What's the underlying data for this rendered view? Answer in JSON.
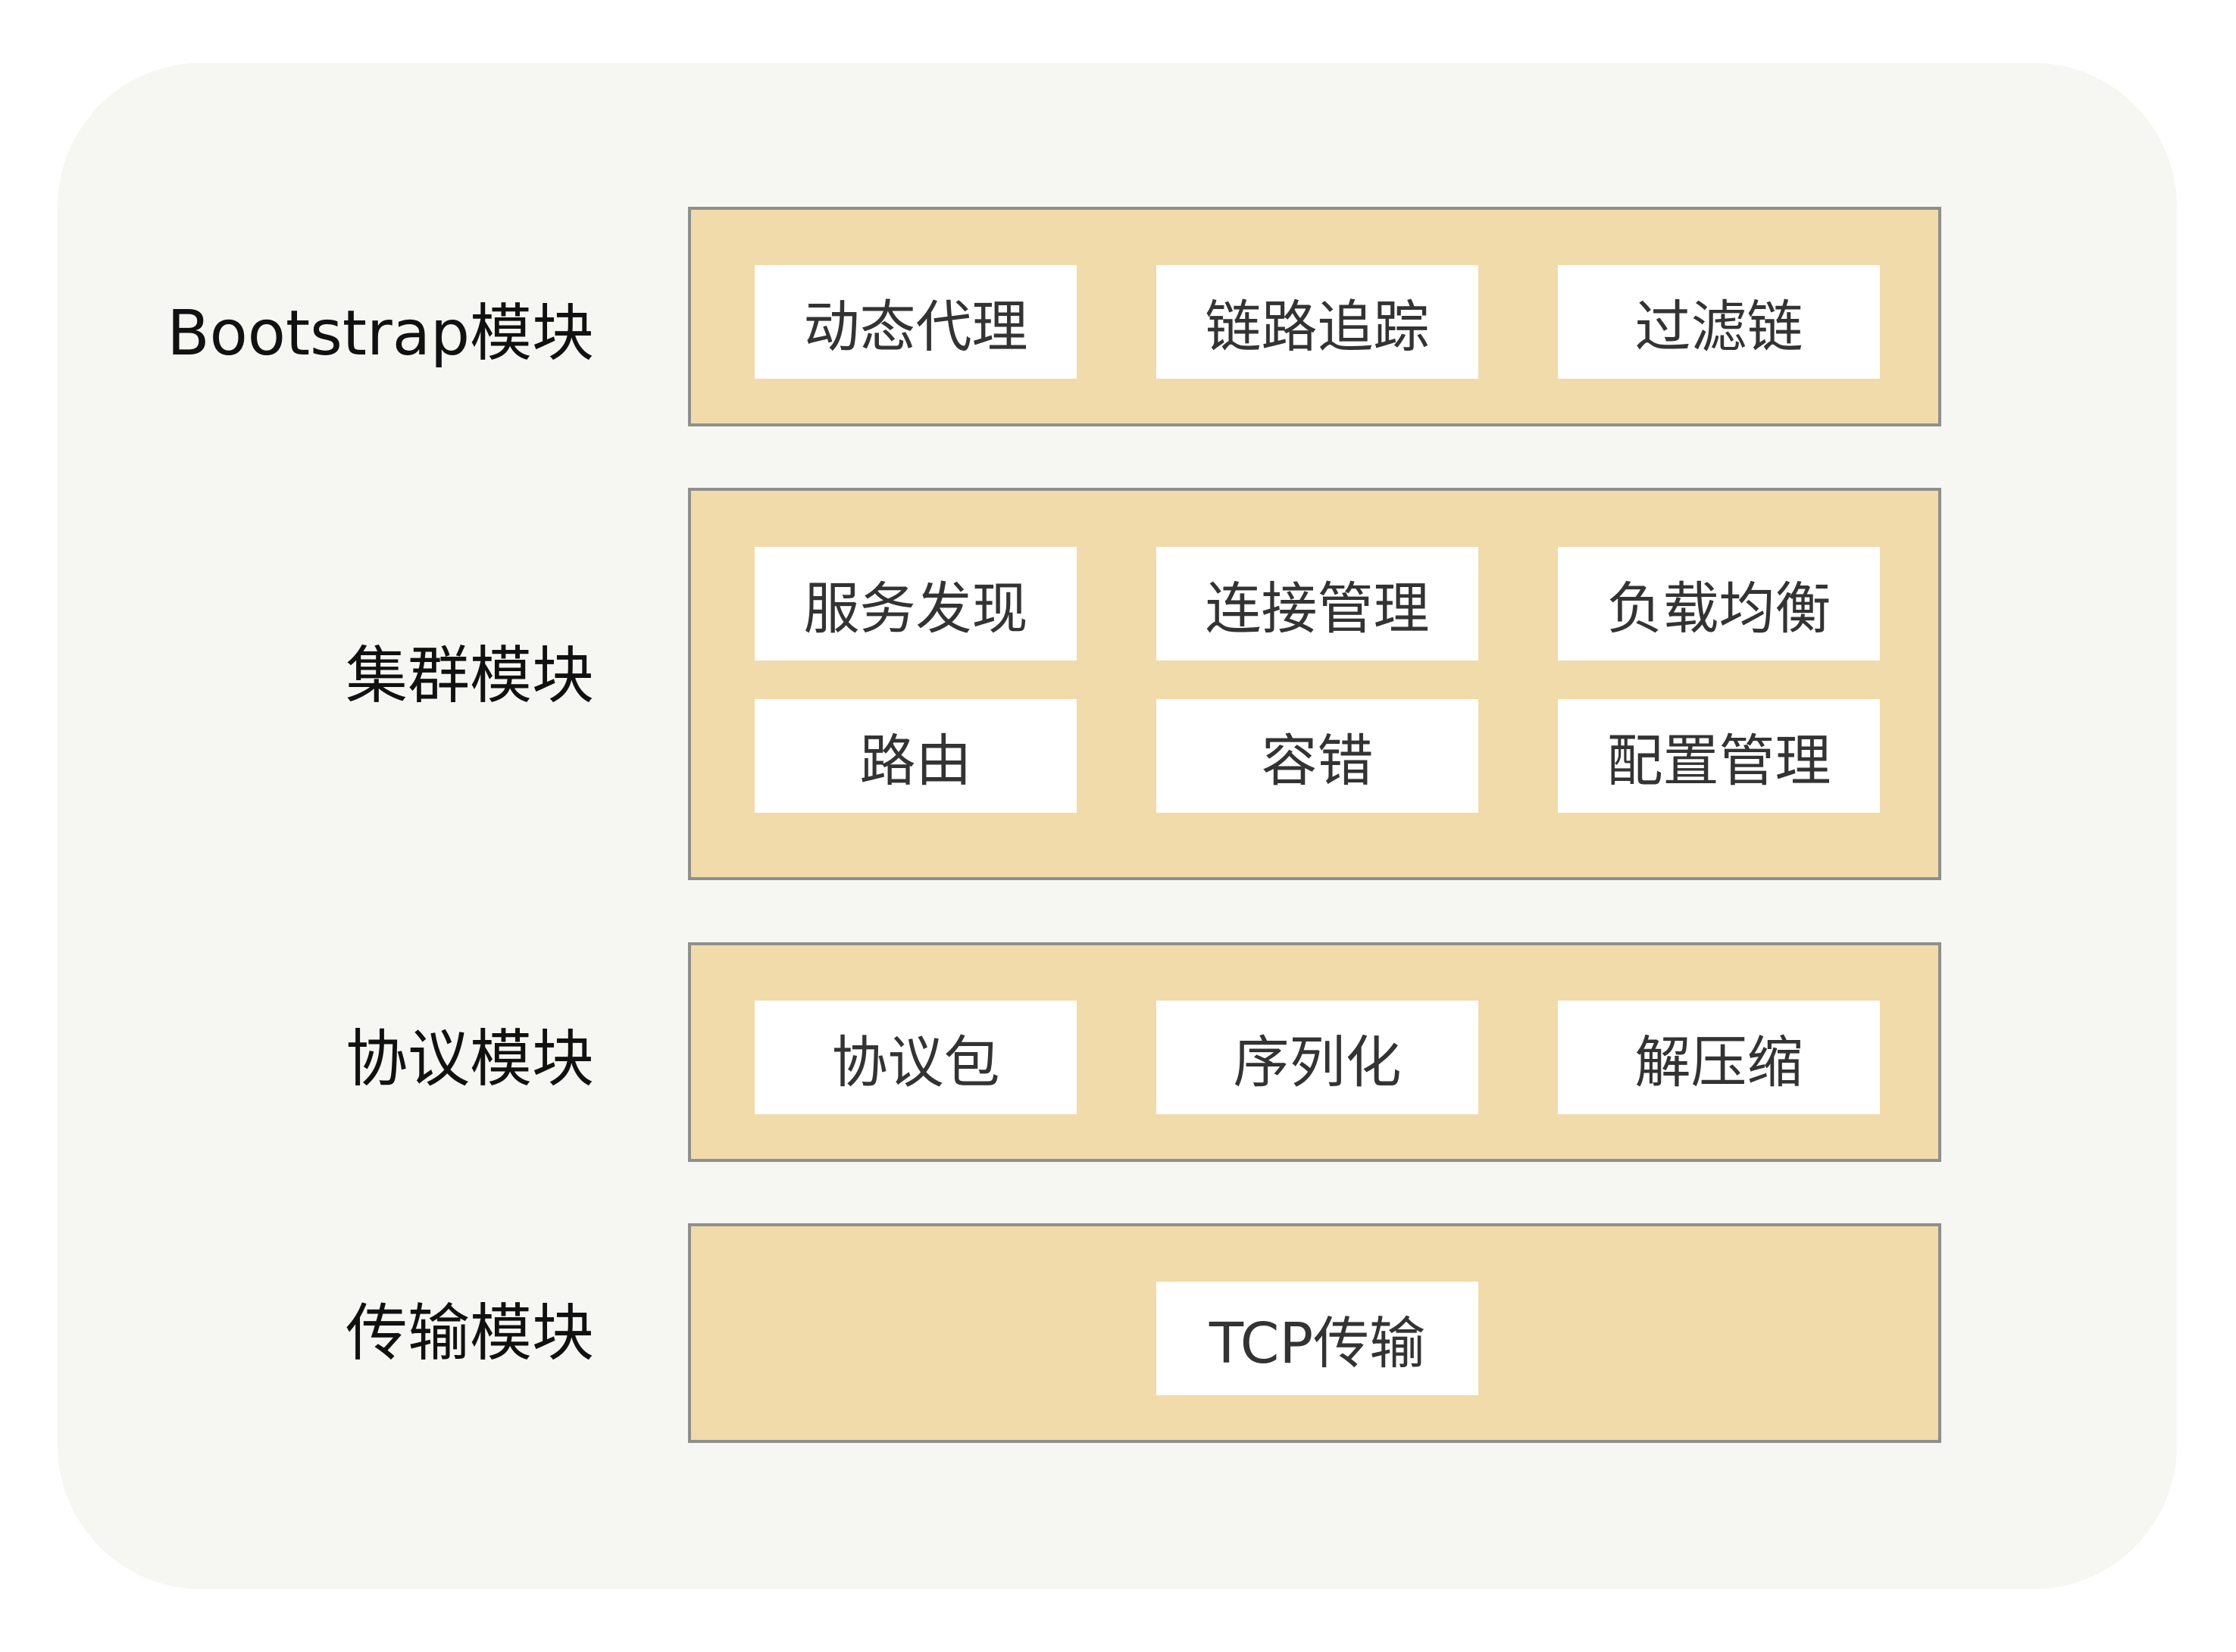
{
  "layers": [
    {
      "label": "Bootstrap模块",
      "items": [
        "动态代理",
        "链路追踪",
        "过滤链"
      ]
    },
    {
      "label": "集群模块",
      "items": [
        "服务发现",
        "连接管理",
        "负载均衡",
        "路由",
        "容错",
        "配置管理"
      ]
    },
    {
      "label": "协议模块",
      "items": [
        "协议包",
        "序列化",
        "解压缩"
      ]
    },
    {
      "label": "传输模块",
      "items": [
        "TCP传输"
      ]
    }
  ],
  "colors": {
    "background": "#f6f6f2",
    "panel_fill": "#f2dbab",
    "panel_border": "#8f8f8f",
    "cell_fill": "#ffffff",
    "label_text": "#111111",
    "cell_text": "#333333"
  }
}
